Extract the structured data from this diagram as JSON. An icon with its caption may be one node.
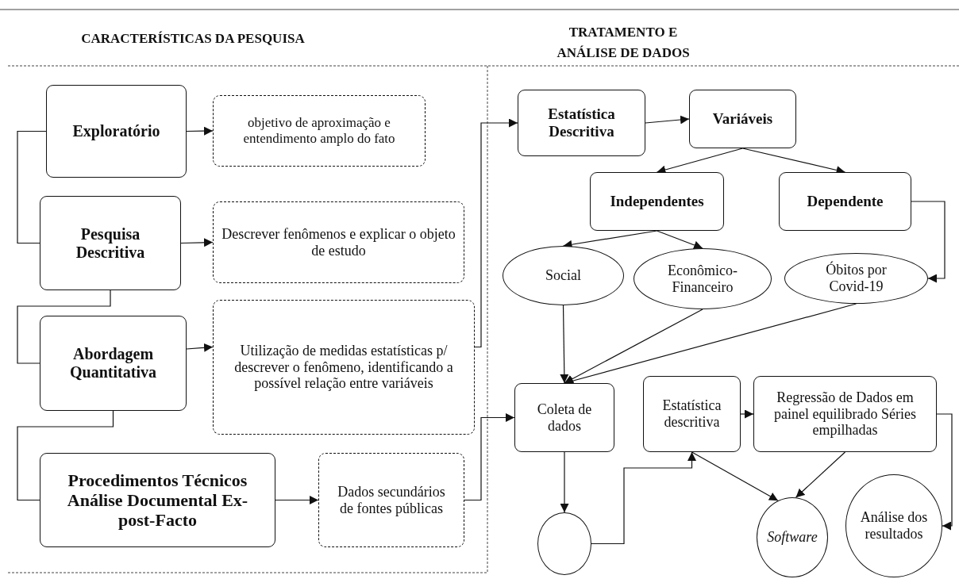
{
  "diagram": {
    "nodes": [
      {
        "text": [
          "Exploratório"
        ]
      },
      {
        "text": [
          "objetivo de aproximação e entendimento amplo do fato"
        ]
      },
      {
        "text": [
          "Pesquisa Descritiva"
        ]
      },
      {
        "text": [
          "Descrever fenômenos e explicar o objeto de estudo"
        ]
      },
      {
        "text": [
          "Abordagem Quantitativa"
        ]
      },
      {
        "text": [
          "Utilização de medidas estatísticas p/ descrever o fenômeno, identificando a possível relação entre variáveis"
        ]
      },
      {
        "text": [
          "Procedimentos Técnicos Análise Documental Ex-post-Facto"
        ]
      },
      {
        "text": [
          "Dados secundários de fontes públicas"
        ]
      },
      {
        "text": [
          "Estatística Descritiva"
        ]
      },
      {
        "text": [
          "Variáveis"
        ]
      },
      {
        "text": [
          "Independentes"
        ]
      },
      {
        "text": [
          "Dependente"
        ]
      },
      {
        "text": [
          "Social"
        ]
      },
      {
        "text": [
          "Econômico-Financeiro"
        ]
      },
      {
        "text": [
          "Óbitos por Covid-19"
        ]
      },
      {
        "text": [
          "Coleta de dados"
        ]
      },
      {
        "text": [
          "Estatística descritiva"
        ]
      },
      {
        "text": [
          "Regressão de Dados em painel equilibrado Séries empilhadas"
        ]
      },
      {
        "text": [],
        "shape": "circle"
      },
      {
        "text": [
          "Software"
        ]
      },
      {
        "text": [
          "Análise dos resultados"
        ]
      }
    ],
    "edges": [
      {
        "from": 0,
        "to": 2,
        "arrow": "none"
      },
      {
        "from": 2,
        "to": 4,
        "arrow": "none"
      },
      {
        "from": 4,
        "to": 6,
        "arrow": "none"
      },
      {
        "from": 0,
        "to": 1,
        "arrow": "to"
      },
      {
        "from": 2,
        "to": 3,
        "arrow": "to"
      },
      {
        "from": 4,
        "to": 5,
        "arrow": "to"
      },
      {
        "from": 6,
        "to": 7,
        "arrow": "to"
      },
      {
        "from": 5,
        "to": 8,
        "arrow": "to"
      },
      {
        "from": 7,
        "to": 15,
        "arrow": "to"
      },
      {
        "from": 8,
        "to": 9,
        "arrow": "to"
      },
      {
        "from": 9,
        "to": 10,
        "arrow": "to"
      },
      {
        "from": 9,
        "to": 11,
        "arrow": "to"
      },
      {
        "from": 10,
        "to": 12,
        "arrow": "to"
      },
      {
        "from": 10,
        "to": 13,
        "arrow": "to"
      },
      {
        "from": 11,
        "to": 14,
        "arrow": "to"
      },
      {
        "from": 12,
        "to": 15,
        "arrow": "to"
      },
      {
        "from": 13,
        "to": 15,
        "arrow": "to"
      },
      {
        "from": 14,
        "to": 15,
        "arrow": "to"
      },
      {
        "from": 15,
        "to": 18,
        "arrow": "to"
      },
      {
        "from": 18,
        "to": 16,
        "arrow": "to"
      },
      {
        "from": 16,
        "to": 17,
        "arrow": "to"
      },
      {
        "from": 16,
        "to": 19,
        "arrow": "to"
      },
      {
        "from": 17,
        "to": 19,
        "arrow": "to"
      },
      {
        "from": 17,
        "to": 20,
        "arrow": "to"
      }
    ],
    "labels": [
      "CARACTERÍSTICAS DA PESQUISA",
      "TRATAMENTO E ANÁLISE DE DADOS"
    ]
  }
}
